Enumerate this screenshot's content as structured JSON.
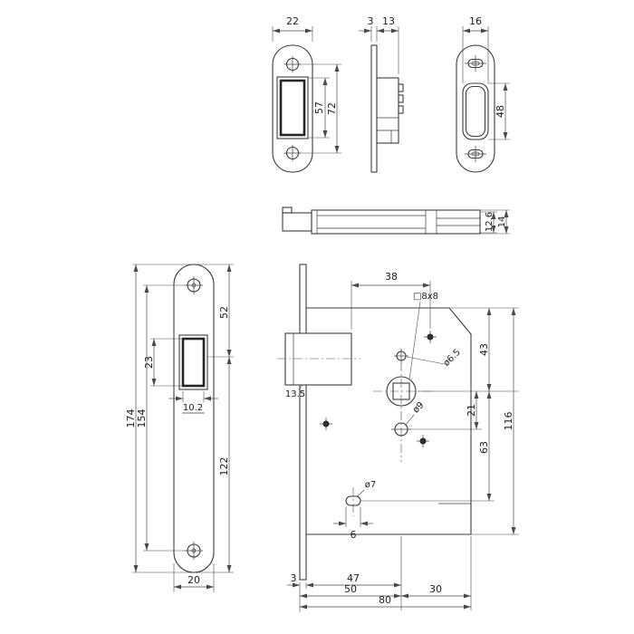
{
  "page": {
    "background": "#ffffff",
    "line_color": "#3c3c3c"
  },
  "drawing": {
    "type": "technical-drawing",
    "subject": "magnetic mortise lock with faceplates and strike plate",
    "views": {
      "front_plate": {
        "w": "22",
        "opening_h": "57",
        "screw_dist": "72"
      },
      "side_plate": {
        "thickness": "3",
        "depth": "13"
      },
      "magnet_plate": {
        "w": "16",
        "opening_h": "48"
      },
      "bolt_side": {
        "inner_h": "12.6",
        "outer_h": "14"
      },
      "long_plate": {
        "opening_h": "23",
        "opening_w": "10.2",
        "total_h": "174",
        "screw_dist": "154",
        "top_seg": "52",
        "bottom_seg": "122",
        "w": "20"
      },
      "lock_case": {
        "bolt_to_hole": "38",
        "spindle_square": "□8x8",
        "screw_dia": "ø6.5",
        "hole_dia": "ø9",
        "slot_dia": "ø7",
        "slot_w": "6",
        "bolt_h": "13.5",
        "top_to_spindle": "43",
        "spindle_to_hole": "21",
        "spindle_to_slot": "63",
        "case_h": "116",
        "plate_t": "3",
        "case_to_spindle": "47",
        "backset": "50",
        "spindle_to_back": "30",
        "depth": "80"
      }
    }
  }
}
